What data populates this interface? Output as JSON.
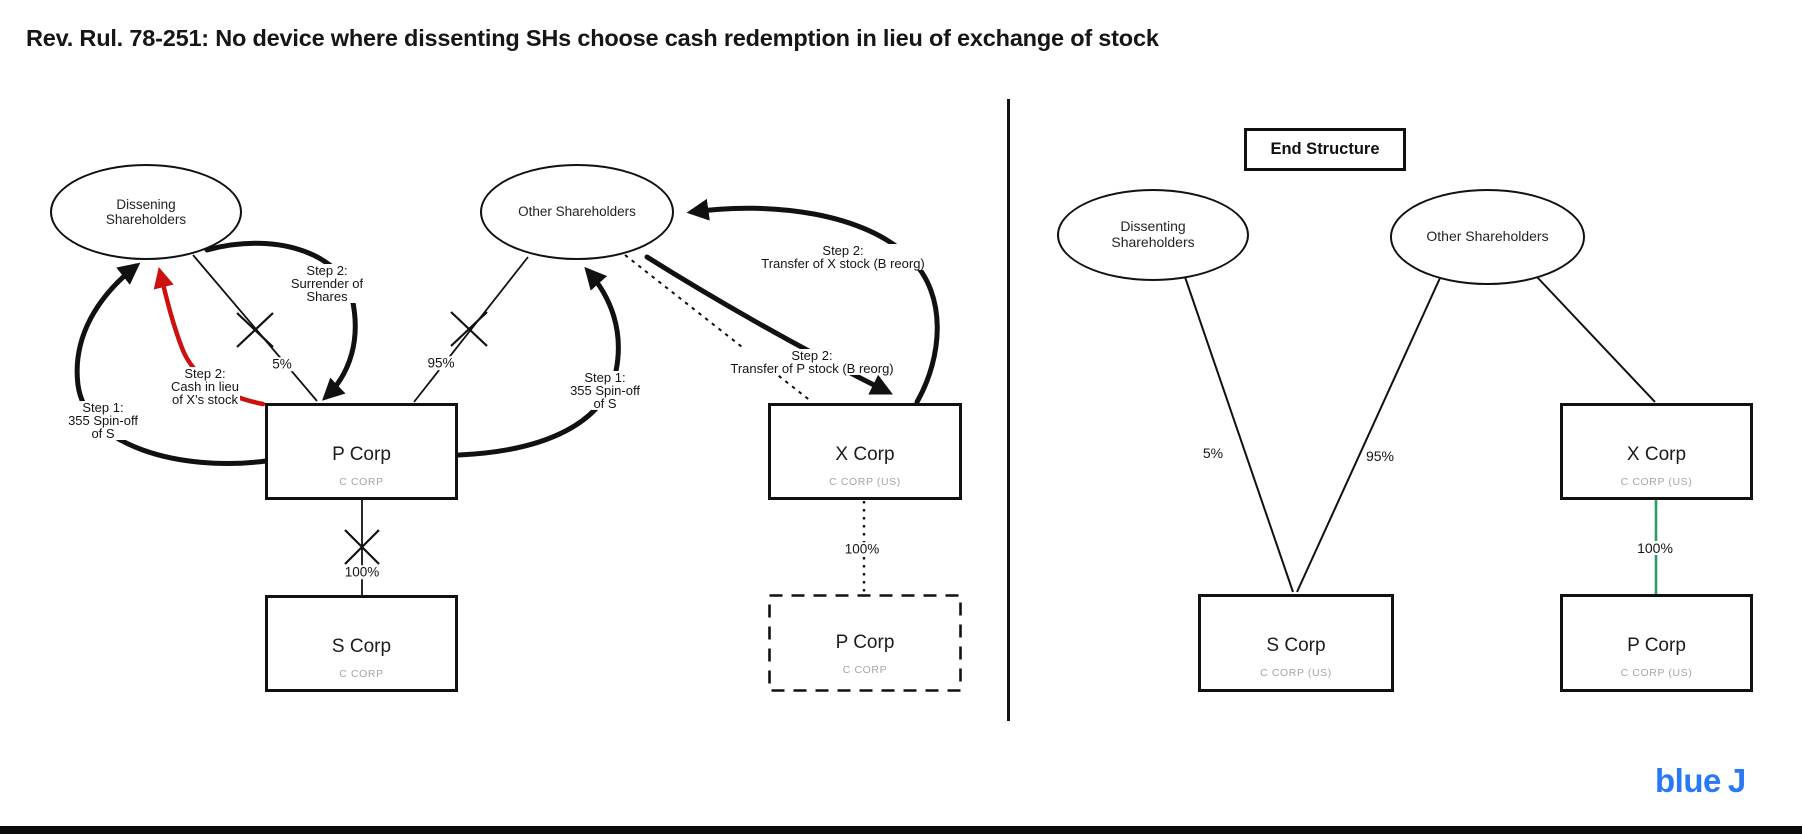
{
  "title": "Rev. Rul. 78-251: No device where dissenting SHs choose cash redemption in lieu of exchange of stock",
  "colors": {
    "arrow_red": "#cc1111",
    "ownership_green": "#2a9c68",
    "logo_blue": "#2878f7",
    "line_black": "#111111",
    "muted_gray": "#a6a6a6"
  },
  "left_diagram": {
    "shareholder_nodes": [
      {
        "label": "Dissening\nShareholders"
      },
      {
        "label": "Other Shareholders"
      }
    ],
    "corp_nodes": [
      {
        "name": "P Corp",
        "type": "C CORP"
      },
      {
        "name": "S Corp",
        "type": "C CORP"
      },
      {
        "name": "X Corp",
        "type": "C CORP (US)"
      },
      {
        "name": "P Corp",
        "type": "C CORP"
      }
    ],
    "step_labels": {
      "surrender": "Step 2:\nSurrender of\nShares",
      "cash_in_lieu": "Step 2:\nCash in lieu\nof X's stock",
      "spinoff_left": "Step 1:\n355 Spin-off\nof S",
      "spinoff_right": "Step 1:\n355 Spin-off\nof S",
      "transfer_x": "Step 2:\nTransfer of X stock (B reorg)",
      "transfer_p": "Step 2:\nTransfer of P stock (B reorg)"
    },
    "edge_labels": {
      "pct_5": "5%",
      "pct_95": "95%",
      "pct_100_ps": "100%",
      "pct_100_xp": "100%"
    }
  },
  "right_diagram": {
    "heading": "End Structure",
    "shareholder_nodes": [
      {
        "label": "Dissenting\nShareholders"
      },
      {
        "label": "Other Shareholders"
      }
    ],
    "corp_nodes": [
      {
        "name": "S Corp",
        "type": "C CORP (US)"
      },
      {
        "name": "X Corp",
        "type": "C CORP (US)"
      },
      {
        "name": "P Corp",
        "type": "C CORP (US)"
      }
    ],
    "edge_labels": {
      "pct_5": "5%",
      "pct_95": "95%",
      "pct_100": "100%"
    }
  },
  "logo": {
    "blue": "blue",
    "j": "J"
  }
}
